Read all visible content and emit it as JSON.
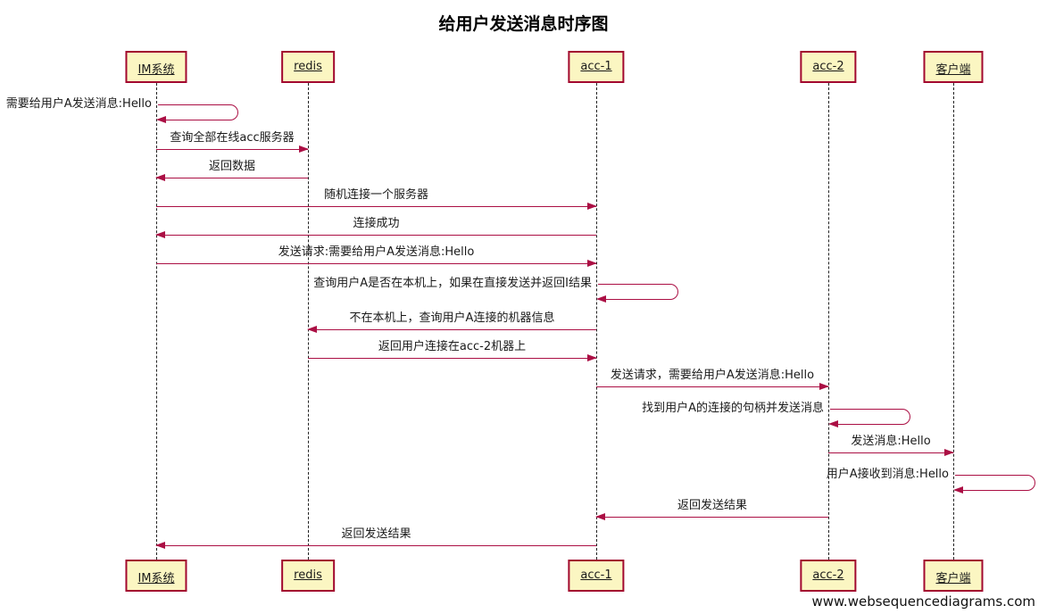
{
  "title": "给用户发送消息时序图",
  "watermark": "www.websequencediagrams.com",
  "colors": {
    "actor_fill": "#FBF6C2",
    "actor_border": "#A2082F",
    "arrow": "#AB0F44"
  },
  "actors": [
    {
      "id": "im",
      "label": "IM系统"
    },
    {
      "id": "redis",
      "label": "redis"
    },
    {
      "id": "acc1",
      "label": "acc-1"
    },
    {
      "id": "acc2",
      "label": "acc-2"
    },
    {
      "id": "client",
      "label": "客户端"
    }
  ],
  "messages": [
    {
      "from": "im",
      "to": "im",
      "kind": "self",
      "text": "需要给用户A发送消息:Hello"
    },
    {
      "from": "im",
      "to": "redis",
      "kind": "solid",
      "text": "查询全部在线acc服务器"
    },
    {
      "from": "redis",
      "to": "im",
      "kind": "solid",
      "text": "返回数据"
    },
    {
      "from": "im",
      "to": "acc1",
      "kind": "solid",
      "text": "随机连接一个服务器"
    },
    {
      "from": "acc1",
      "to": "im",
      "kind": "solid",
      "text": "连接成功"
    },
    {
      "from": "im",
      "to": "acc1",
      "kind": "solid",
      "text": "发送请求:需要给用户A发送消息:Hello"
    },
    {
      "from": "acc1",
      "to": "acc1",
      "kind": "self",
      "text": "查询用户A是否在本机上，如果在直接发送并返回I结果"
    },
    {
      "from": "acc1",
      "to": "redis",
      "kind": "solid",
      "text": "不在本机上，查询用户A连接的机器信息"
    },
    {
      "from": "redis",
      "to": "acc1",
      "kind": "solid",
      "text": "返回用户连接在acc-2机器上"
    },
    {
      "from": "acc1",
      "to": "acc2",
      "kind": "solid",
      "text": "发送请求，需要给用户A发送消息:Hello"
    },
    {
      "from": "acc2",
      "to": "acc2",
      "kind": "self",
      "text": "找到用户A的连接的句柄并发送消息"
    },
    {
      "from": "acc2",
      "to": "client",
      "kind": "solid",
      "text": "发送消息:Hello"
    },
    {
      "from": "client",
      "to": "client",
      "kind": "self",
      "text": "用户A接收到消息:Hello"
    },
    {
      "from": "acc2",
      "to": "acc1",
      "kind": "solid",
      "text": "返回发送结果"
    },
    {
      "from": "acc1",
      "to": "im",
      "kind": "solid",
      "text": "返回发送结果"
    }
  ]
}
